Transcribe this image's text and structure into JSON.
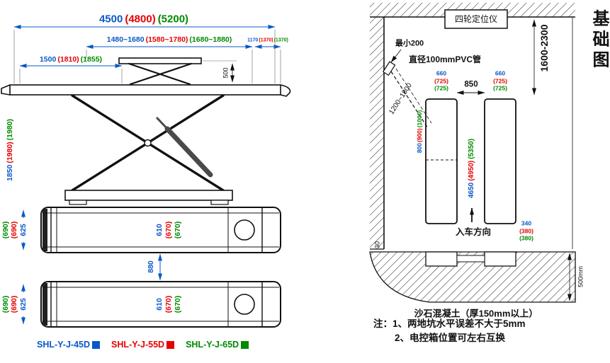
{
  "colors": {
    "blue": "#0A58C8",
    "red": "#E60000",
    "green": "#008A00"
  },
  "models": {
    "legend": [
      {
        "label": "SHL-Y-J-45D",
        "color": "#0A58C8"
      },
      {
        "label": "SHL-Y-J-55D",
        "color": "#E60000"
      },
      {
        "label": "SHL-Y-J-65D",
        "color": "#008A00"
      }
    ]
  },
  "side_view": {
    "overall_length": {
      "blue": "4500",
      "red": "(4800)",
      "green": "(5200)"
    },
    "upper_platform_length": {
      "blue": "1480~1680",
      "red": "(1580~1780)",
      "green": "(1680~1880)"
    },
    "right_overhang": {
      "blue": "1170",
      "red": "(1370)",
      "green": "(1370)"
    },
    "left_segment": {
      "blue": "1500",
      "red": "(1810)",
      "green": "(1855)"
    },
    "upper_height": "500",
    "lift_height": {
      "blue": "1850",
      "red": "(1980)",
      "green": "(1980)"
    }
  },
  "top_view": {
    "platform_width": {
      "blue": "625",
      "red": "(690)",
      "green": "(690)"
    },
    "inner_width": {
      "blue": "610",
      "red": "(670)",
      "green": "(670)"
    },
    "platform_gap": "880"
  },
  "foundation": {
    "title": "基础图",
    "aligner_label": "四轮定位仪",
    "wall_distance": "1600-2300",
    "min_clearance": "最小200",
    "pvc_pipe": "直径100mmPVC管",
    "pipe_length": "1200~1800",
    "pit_spacing": "850",
    "pit_width": {
      "blue": "660",
      "red": "(725)",
      "green": "(725)"
    },
    "pit_front_depth": {
      "blue": "800",
      "red": "(900)",
      "green": "(1000)"
    },
    "pit_length": {
      "blue": "4650",
      "red": "(4950)",
      "green": "(5350)"
    },
    "drive_direction": "入车方向",
    "rear_offset": {
      "blue": "340",
      "red": "(380)",
      "green": "(380)"
    },
    "wall_gap": "30",
    "slab_depth": "500mm",
    "concrete_note": "沙石混凝土（厚150mm以上）",
    "note_line1": "注：1、两地坑水平误差不大于5mm",
    "note_line2": "2、电控箱位置可左右互换"
  }
}
